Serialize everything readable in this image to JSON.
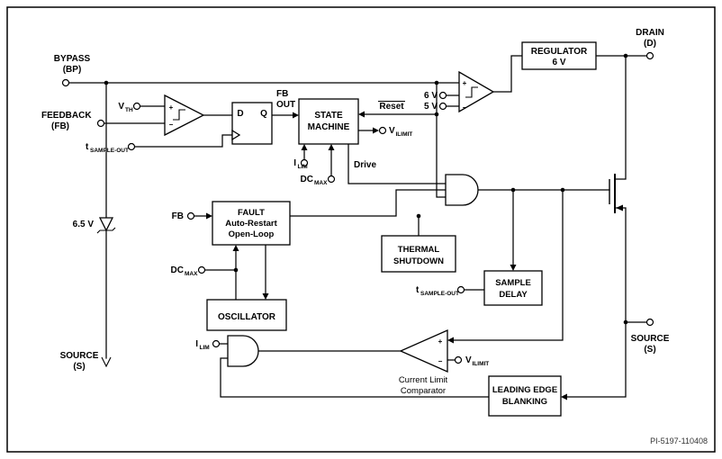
{
  "diagram": {
    "footer_code": "PI-5197-110408",
    "terminals": {
      "bypass": [
        "BYPASS",
        "(BP)"
      ],
      "feedback": [
        "FEEDBACK",
        "(FB)"
      ],
      "drain": [
        "DRAIN",
        "(D)"
      ],
      "source_right": [
        "SOURCE",
        "(S)"
      ],
      "source_left": [
        "SOURCE",
        "(S)"
      ]
    },
    "blocks": {
      "regulator": [
        "REGULATOR",
        "6 V"
      ],
      "flipflop": {
        "d": "D",
        "q": "Q"
      },
      "state_machine": [
        "STATE",
        "MACHINE"
      ],
      "fault": [
        "FAULT",
        "Auto-Restart",
        "Open-Loop"
      ],
      "oscillator": "OSCILLATOR",
      "thermal_shutdown": [
        "THERMAL",
        "SHUTDOWN"
      ],
      "sample_delay": [
        "SAMPLE",
        "DELAY"
      ],
      "leading_edge_blanking": [
        "LEADING EDGE",
        "BLANKING"
      ]
    },
    "labels": {
      "fb_out": [
        "FB",
        "OUT"
      ],
      "reset": "Reset",
      "drive": "Drive",
      "six_v": "6 V",
      "five_v": "5 V",
      "zener": "6.5 V",
      "fb": "FB",
      "current_limit_comparator": [
        "Current Limit",
        "Comparator"
      ],
      "plus": "+",
      "minus": "−",
      "vth": {
        "base": "V",
        "sub": "TH"
      },
      "tsample": {
        "base": "t",
        "sub": "SAMPLE-OUT"
      },
      "vilimit": {
        "base": "V",
        "sub": "ILIMIT"
      },
      "ilim": {
        "base": "I",
        "sub": "LIM"
      },
      "dcmax": {
        "base": "DC",
        "sub": "MAX"
      }
    }
  }
}
